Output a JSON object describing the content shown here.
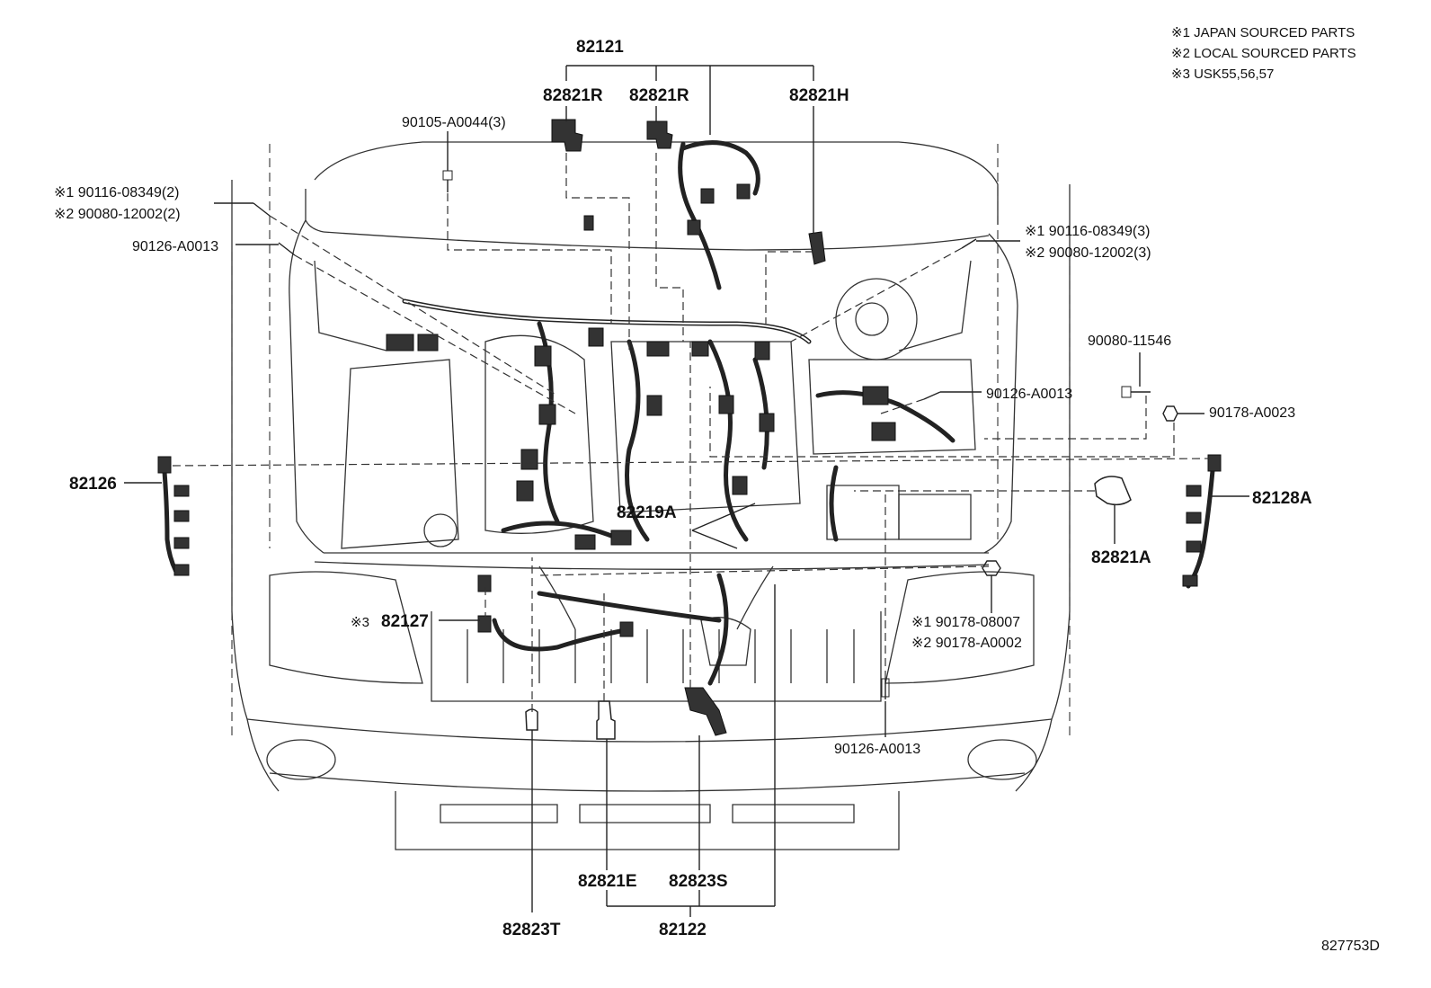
{
  "legend": {
    "note1": "※1 JAPAN SOURCED PARTS",
    "note2": "※2 LOCAL SOURCED PARTS",
    "note3": "※3 USK55,56,57"
  },
  "diagram_code": "827753D",
  "labels": {
    "p82121": "82121",
    "p82821R_a": "82821R",
    "p82821R_b": "82821R",
    "p82821H": "82821H",
    "p90105": "90105-A0044(3)",
    "p90116_l": "※1 90116-08349(2)",
    "p90080_l": "※2 90080-12002(2)",
    "p90126_tl": "90126-A0013",
    "p90116_r": "※1  90116-08349(3)",
    "p90080_r": "※2  90080-12002(3)",
    "p90080_11546": "90080-11546",
    "p90126_r": "90126-A0013",
    "p90178_a0023": "90178-A0023",
    "p82126": "82126",
    "p82128A": "82128A",
    "p82821A": "82821A",
    "p82219A": "82219A",
    "p82127_mark": "※3",
    "p82127": "82127",
    "p90178_08007": "※1  90178-08007",
    "p90178_a0002": "※2  90178-A0002",
    "p90126_b": "90126-A0013",
    "p82821E": "82821E",
    "p82823S": "82823S",
    "p82823T": "82823T",
    "p82122": "82122"
  }
}
